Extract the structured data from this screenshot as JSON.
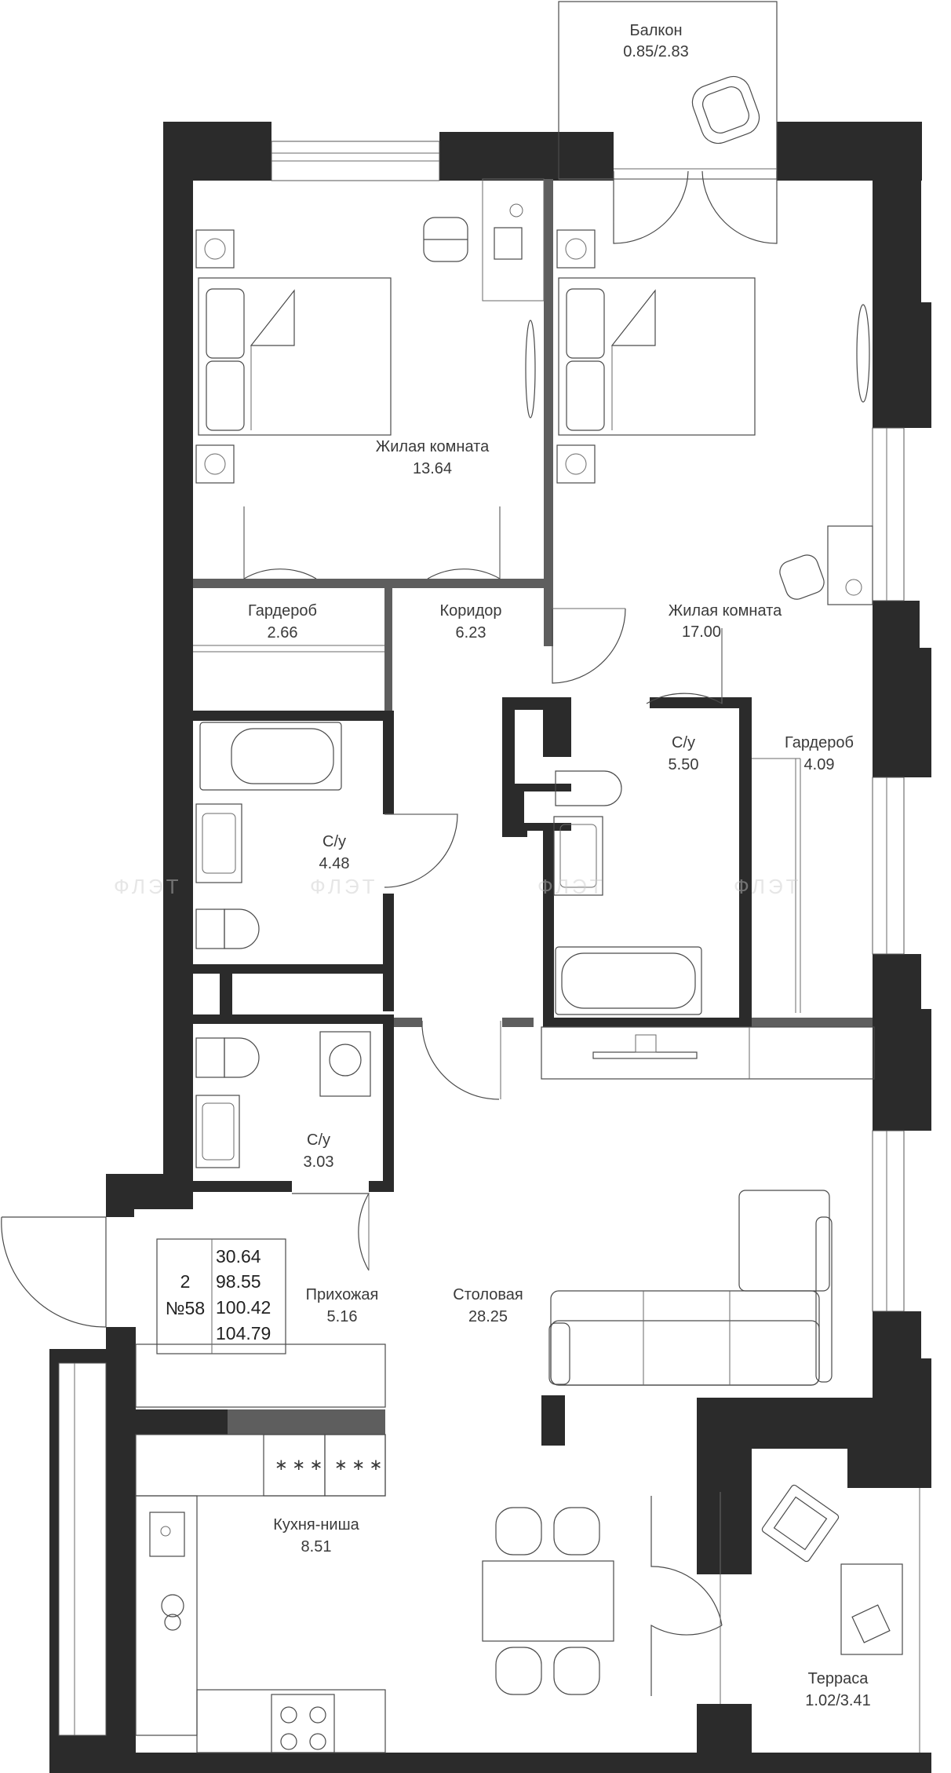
{
  "rooms": {
    "balcony": {
      "name": "Балкон",
      "area": "0.85/2.83"
    },
    "bedroom1": {
      "name": "Жилая комната",
      "area": "13.64"
    },
    "bedroom2": {
      "name": "Жилая комната",
      "area": "17.00"
    },
    "wardrobe1": {
      "name": "Гардероб",
      "area": "2.66"
    },
    "corridor": {
      "name": "Коридор",
      "area": "6.23"
    },
    "wardrobe2": {
      "name": "Гардероб",
      "area": "4.09"
    },
    "bath1": {
      "name": "С/у",
      "area": "4.48"
    },
    "bath2": {
      "name": "С/у",
      "area": "5.50"
    },
    "bath3": {
      "name": "С/у",
      "area": "3.03"
    },
    "hallway": {
      "name": "Прихожая",
      "area": "5.16"
    },
    "dining": {
      "name": "Столовая",
      "area": "28.25"
    },
    "kitchen": {
      "name": "Кухня-ниша",
      "area": "8.51"
    },
    "terrace": {
      "name": "Терраса",
      "area": "1.02/3.41"
    }
  },
  "info_box": {
    "rooms_count": "2",
    "apartment_number": "№58",
    "areas": [
      "30.64",
      "98.55",
      "100.42",
      "104.79"
    ]
  },
  "watermark": "ФЛЭТ",
  "colors": {
    "wall": "#2b2b2b",
    "furniture_stroke": "#4a4a4a",
    "background": "#ffffff",
    "partition_grey": "#5e5e5e"
  }
}
